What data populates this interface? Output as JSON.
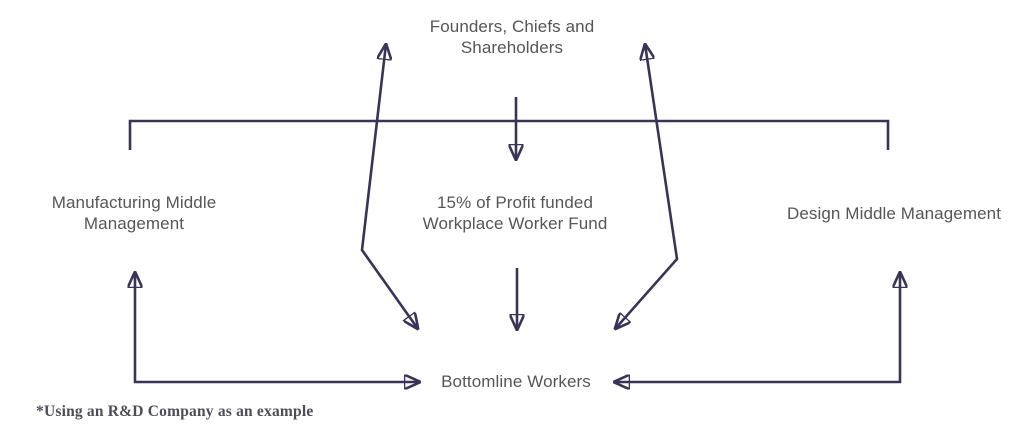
{
  "diagram": {
    "nodes": {
      "founders": {
        "label": "Founders, Chiefs and\nShareholders"
      },
      "manufacturing_mm": {
        "label": "Manufacturing Middle\nManagement"
      },
      "profit_fund": {
        "label": "15% of Profit funded\nWorkplace Worker Fund"
      },
      "design_mm": {
        "label": "Design Middle Management"
      },
      "bottomline_workers": {
        "label": "Bottomline Workers"
      }
    },
    "footnote": "*Using an R&D Company as an example",
    "edges": [
      {
        "from": "founders",
        "to": "manufacturing_mm",
        "style": "bracket-line",
        "arrowheads": "none"
      },
      {
        "from": "founders",
        "to": "design_mm",
        "style": "bracket-line",
        "arrowheads": "none"
      },
      {
        "from": "founders",
        "to": "profit_fund",
        "style": "straight-down",
        "arrowheads": "end"
      },
      {
        "from": "profit_fund",
        "to": "bottomline_workers",
        "style": "straight-down",
        "arrowheads": "end"
      },
      {
        "from": "founders",
        "to": "bottomline_workers",
        "style": "bent-left",
        "arrowheads": "both"
      },
      {
        "from": "founders",
        "to": "bottomline_workers",
        "style": "bent-right",
        "arrowheads": "both"
      },
      {
        "from": "manufacturing_mm",
        "to": "bottomline_workers",
        "style": "elbow-left",
        "arrowheads": "both"
      },
      {
        "from": "design_mm",
        "to": "bottomline_workers",
        "style": "elbow-right",
        "arrowheads": "both"
      }
    ],
    "colors": {
      "arrow": "#3A3357",
      "label_text": "#565659",
      "footnote_text": "#4D4D57",
      "background": "#FFFFFF"
    }
  }
}
